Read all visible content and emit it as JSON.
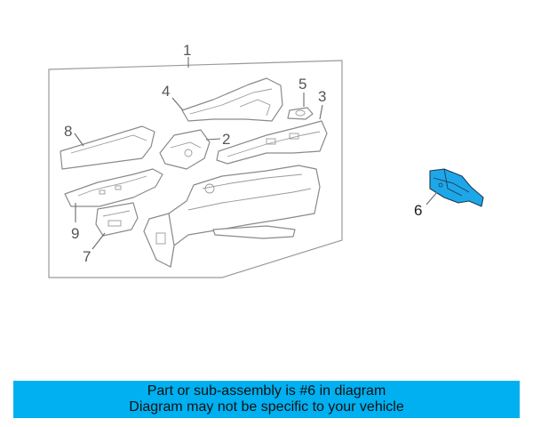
{
  "colors": {
    "highlight": "#1ea7e8",
    "banner": "#00b0f0",
    "line": "#8a8a8a"
  },
  "callouts": {
    "c1": "1",
    "c2": "2",
    "c3": "3",
    "c4": "4",
    "c5": "5",
    "c6": "6",
    "c7": "7",
    "c8": "8",
    "c9": "9"
  },
  "banner": {
    "line1": "Part or sub-assembly is #6 in diagram",
    "line2": "Diagram may not be specific to your vehicle"
  }
}
